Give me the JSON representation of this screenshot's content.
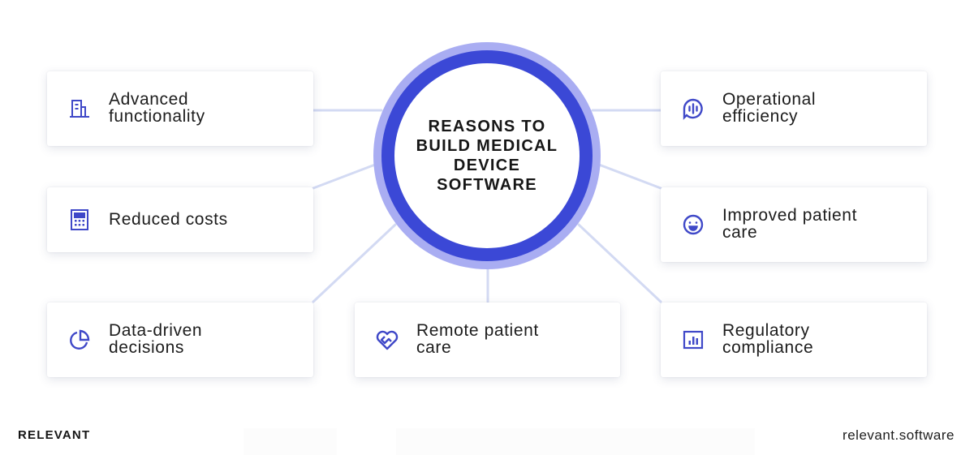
{
  "diagram": {
    "center": {
      "title": "REASONS TO\nBUILD MEDICAL\nDEVICE\nSOFTWARE"
    },
    "items": [
      {
        "id": "advanced-functionality",
        "label": "Advanced\nfunctionality",
        "icon": "building-icon",
        "position": "left-top"
      },
      {
        "id": "reduced-costs",
        "label": "Reduced costs",
        "icon": "calculator-icon",
        "position": "left-middle"
      },
      {
        "id": "data-driven-decisions",
        "label": "Data-driven\ndecisions",
        "icon": "pie-chart-icon",
        "position": "left-bottom"
      },
      {
        "id": "remote-patient-care",
        "label": "Remote patient\ncare",
        "icon": "heart-handshake-icon",
        "position": "bottom-center"
      },
      {
        "id": "operational-efficiency",
        "label": "Operational\nefficiency",
        "icon": "voice-chat-icon",
        "position": "right-top"
      },
      {
        "id": "improved-patient-care",
        "label": "Improved patient\ncare",
        "icon": "smiley-icon",
        "position": "right-middle"
      },
      {
        "id": "regulatory-compliance",
        "label": "Regulatory\ncompliance",
        "icon": "bar-chart-icon",
        "position": "right-bottom"
      }
    ]
  },
  "footer": {
    "brand": "RELEVANT",
    "website": "relevant.software"
  },
  "colors": {
    "accent": "#3b48d6",
    "accent_light": "#a9adf2",
    "connector": "#d3daf3",
    "icon": "#3f48c8",
    "text": "#1d1d1d",
    "background": "#ffffff"
  }
}
